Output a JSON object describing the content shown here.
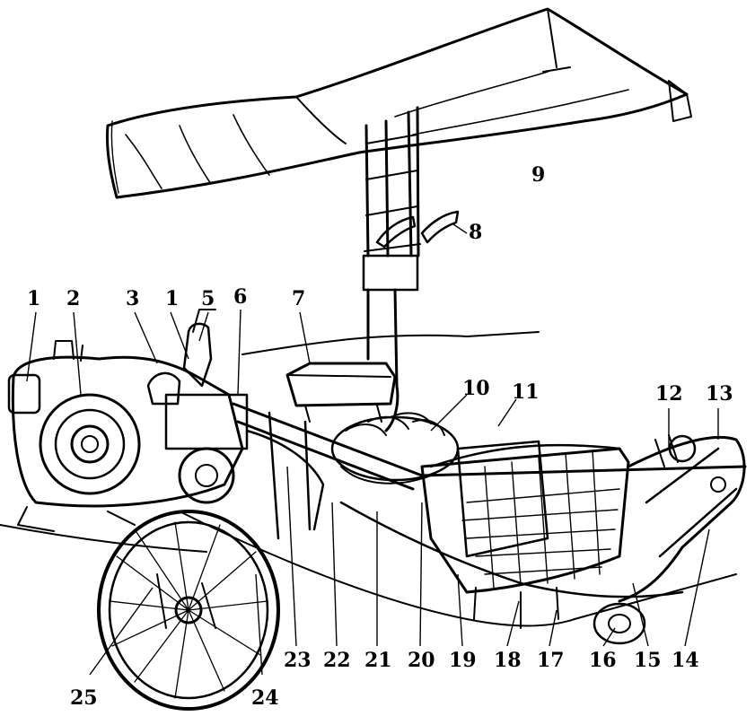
{
  "figure": {
    "callouts": [
      "1",
      "2",
      "3",
      "1",
      "5",
      "6",
      "7",
      "8",
      "9",
      "10",
      "11",
      "12",
      "13",
      "14",
      "15",
      "16",
      "17",
      "18",
      "19",
      "20",
      "21",
      "22",
      "23",
      "24",
      "25"
    ]
  }
}
